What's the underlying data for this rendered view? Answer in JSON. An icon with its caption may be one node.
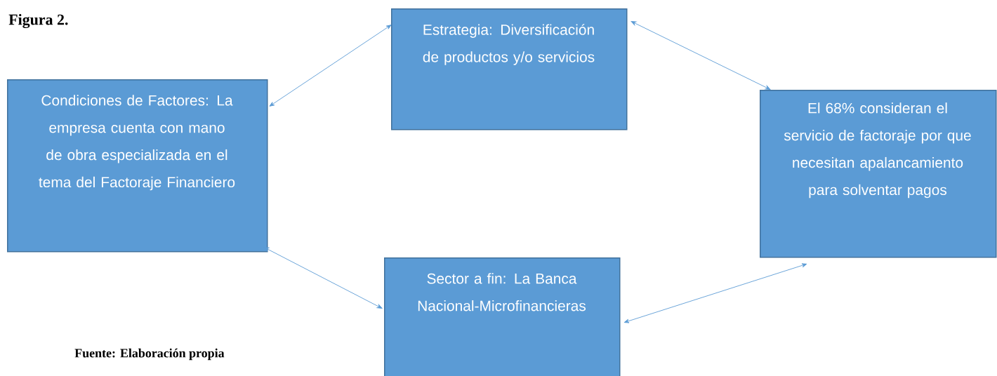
{
  "diagram": {
    "title": "Figura 2.",
    "caption": "Fuente: Elaboración propia",
    "nodes": [
      {
        "text": [
          "Condiciones de Factores: La empresa cuenta con mano de obra especializada en el tema del Factoraje Financiero"
        ]
      },
      {
        "text": [
          "Estrategia: Diversificación de productos y/o servicios"
        ]
      },
      {
        "text": [
          "El 68% consideran el servicio de factoraje por que necesitan apalancamiento para solventar pagos"
        ]
      },
      {
        "text": [
          "Sector a fin: La Banca Nacional-Microfinancieras"
        ]
      }
    ],
    "edges": [
      {
        "from": 0,
        "to": 1,
        "arrow": "both"
      },
      {
        "from": 1,
        "to": 2,
        "arrow": "both"
      },
      {
        "from": 0,
        "to": 3,
        "arrow": "both"
      },
      {
        "from": 3,
        "to": 2,
        "arrow": "both"
      }
    ]
  }
}
